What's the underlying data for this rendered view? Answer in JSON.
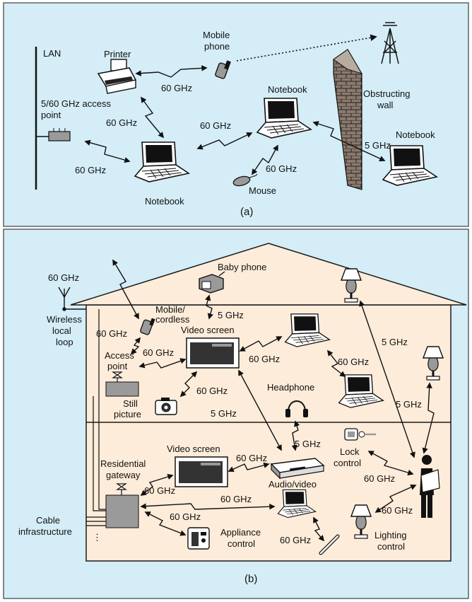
{
  "colors": {
    "panel_bg": "#d4edf7",
    "house_fill": "#fdecd9",
    "device_gray": "#9a9a9a",
    "outline": "#1a1a1a"
  },
  "panel_a": {
    "caption": "(a)",
    "lan_label": "LAN",
    "printer_label": "Printer",
    "mobile_phone_label": [
      "Mobile",
      "phone"
    ],
    "access_point_label": [
      "5/60 GHz access",
      "point"
    ],
    "notebook_label": "Notebook",
    "obstructing_wall_label": [
      "Obstructing",
      "wall"
    ],
    "mouse_label": "Mouse",
    "link_60": "60 GHz",
    "link_5": "5 GHz"
  },
  "panel_b": {
    "caption": "(b)",
    "antenna_freq": "60 GHz",
    "wireless_local_loop": [
      "Wireless",
      "local",
      "loop"
    ],
    "baby_phone": "Baby phone",
    "mobile_cordless": [
      "Mobile/",
      "cordless"
    ],
    "video_screen": "Video screen",
    "access_point": [
      "Access",
      "point"
    ],
    "still_picture": [
      "Still",
      "picture"
    ],
    "headphone": "Headphone",
    "residential_gateway": [
      "Residential",
      "gateway"
    ],
    "audio_video": "Audio/video",
    "lock_control": [
      "Lock",
      "control"
    ],
    "cable_infrastructure": [
      "Cable",
      "infrastructure"
    ],
    "appliance_control": [
      "Appliance",
      "control"
    ],
    "lighting_control": [
      "Lighting",
      "control"
    ],
    "dots": "⋮",
    "link_60": "60 GHz",
    "link_5": "5 GHz"
  }
}
